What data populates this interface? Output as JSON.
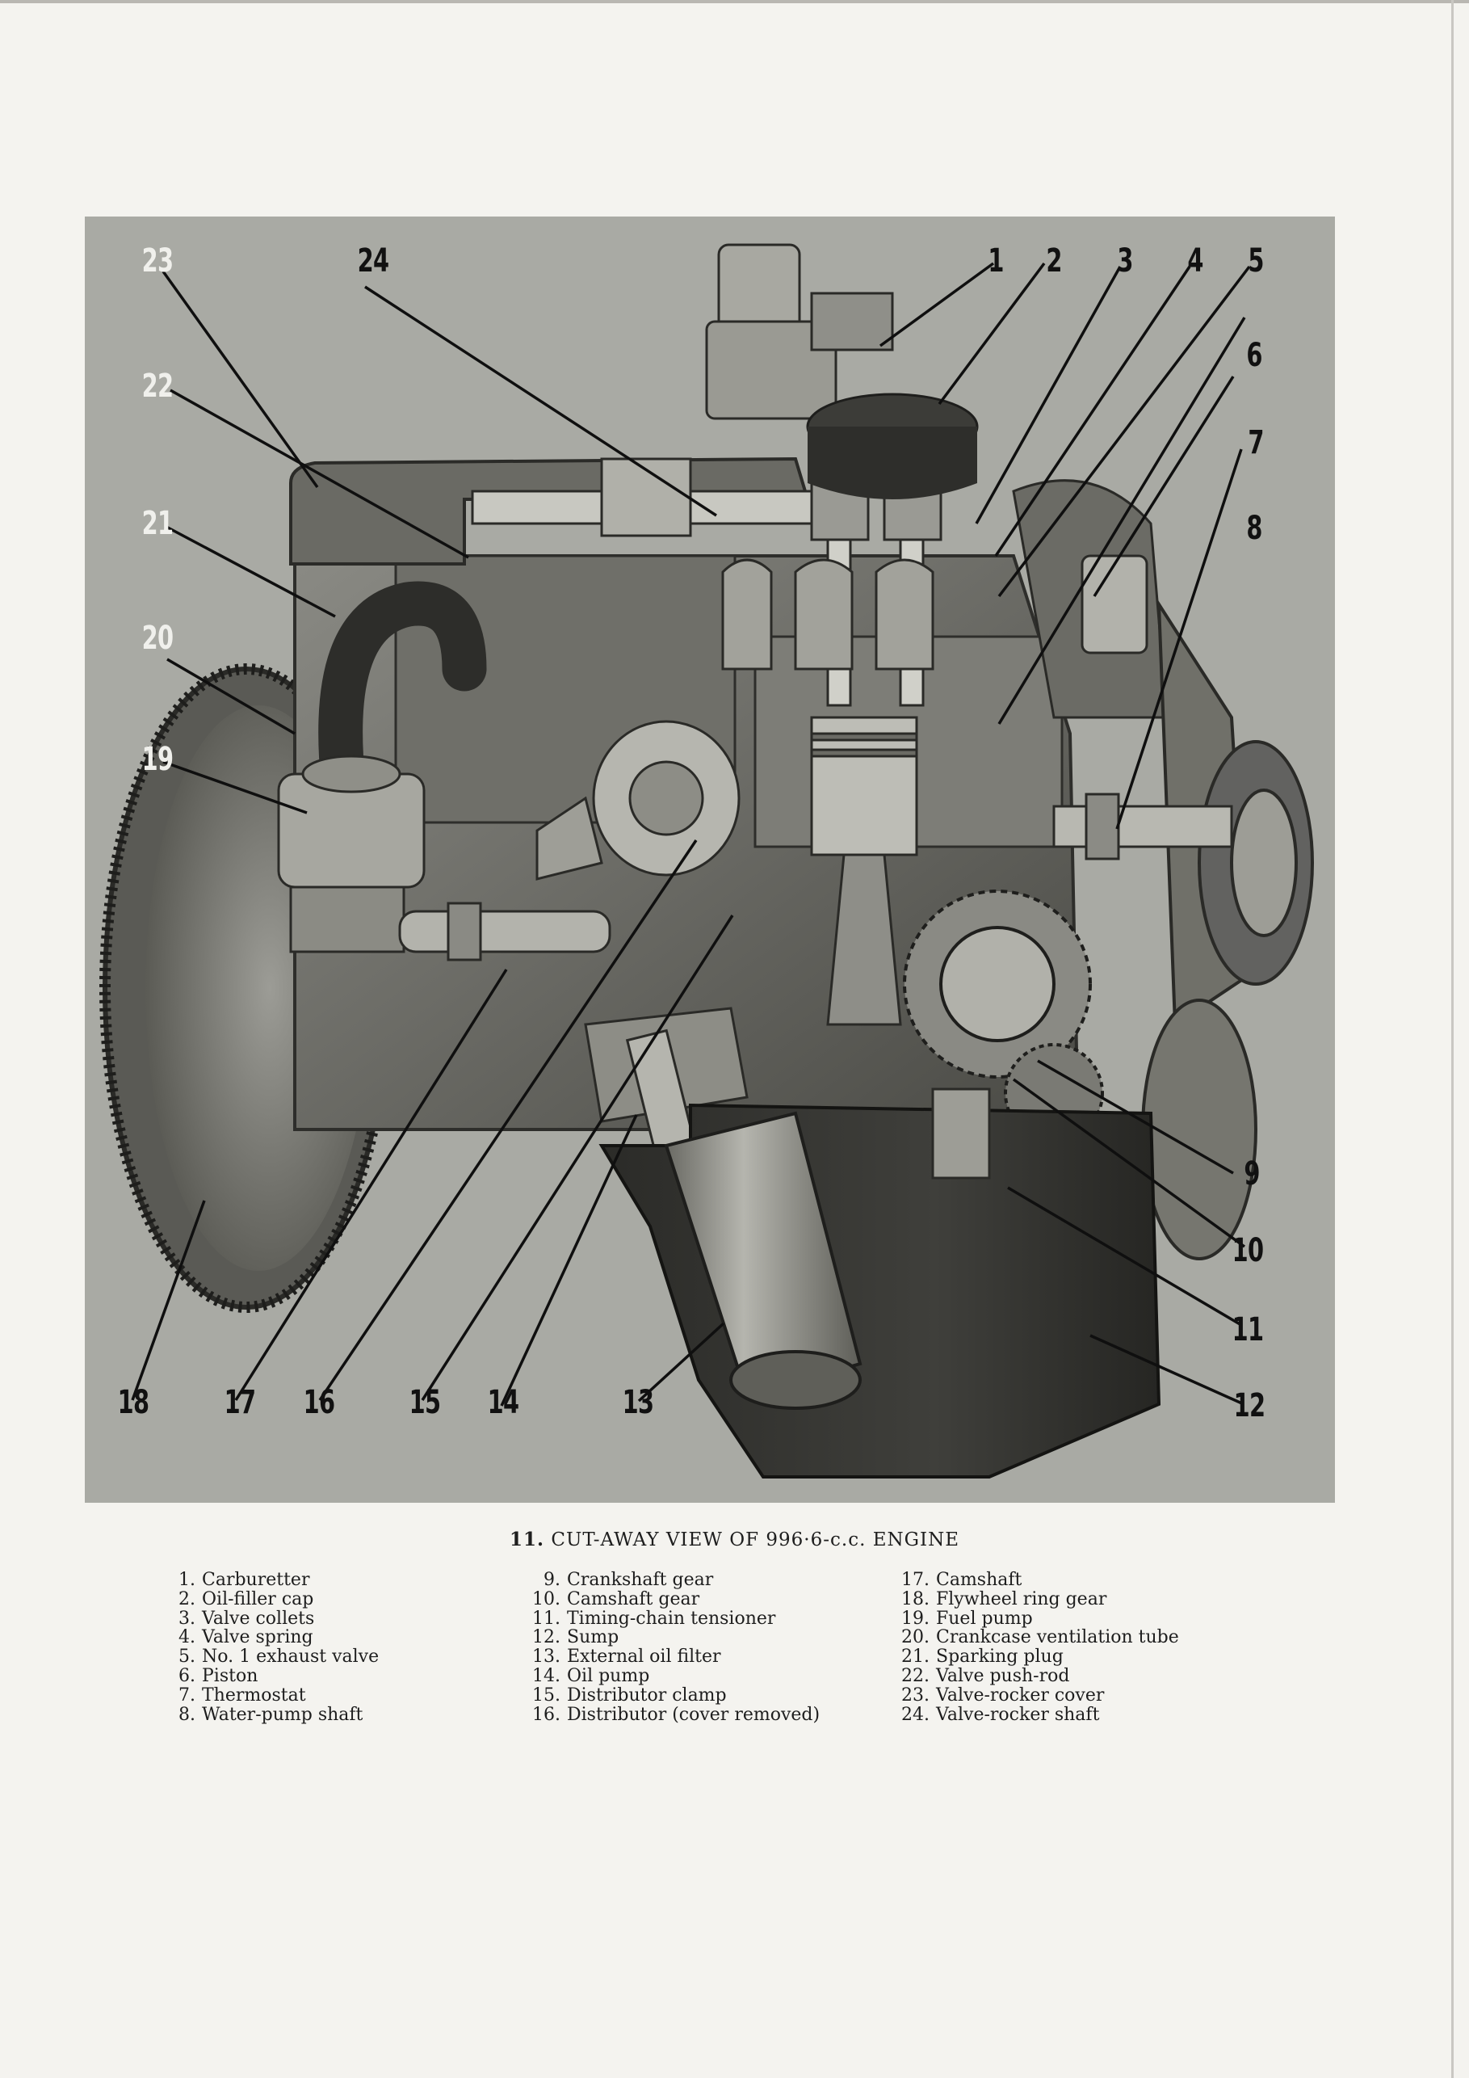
{
  "figure": {
    "number": "11.",
    "title": "CUT-AWAY VIEW OF 996·6-c.c. ENGINE"
  },
  "callouts": [
    "1",
    "2",
    "3",
    "4",
    "5",
    "6",
    "7",
    "8",
    "9",
    "10",
    "11",
    "12",
    "13",
    "14",
    "15",
    "16",
    "17",
    "18",
    "19",
    "20",
    "21",
    "22",
    "23",
    "24"
  ],
  "legend": {
    "col1": [
      {
        "n": "1.",
        "label": "Carburetter"
      },
      {
        "n": "2.",
        "label": "Oil-filler cap"
      },
      {
        "n": "3.",
        "label": "Valve collets"
      },
      {
        "n": "4.",
        "label": "Valve spring"
      },
      {
        "n": "5.",
        "label": "No. 1 exhaust valve"
      },
      {
        "n": "6.",
        "label": "Piston"
      },
      {
        "n": "7.",
        "label": "Thermostat"
      },
      {
        "n": "8.",
        "label": "Water-pump shaft"
      }
    ],
    "col2": [
      {
        "n": "9.",
        "label": "Crankshaft gear"
      },
      {
        "n": "10.",
        "label": "Camshaft gear"
      },
      {
        "n": "11.",
        "label": "Timing-chain tensioner"
      },
      {
        "n": "12.",
        "label": "Sump"
      },
      {
        "n": "13.",
        "label": "External oil filter"
      },
      {
        "n": "14.",
        "label": "Oil pump"
      },
      {
        "n": "15.",
        "label": "Distributor clamp"
      },
      {
        "n": "16.",
        "label": "Distributor (cover removed)"
      }
    ],
    "col3": [
      {
        "n": "17.",
        "label": "Camshaft"
      },
      {
        "n": "18.",
        "label": "Flywheel ring gear"
      },
      {
        "n": "19.",
        "label": "Fuel pump"
      },
      {
        "n": "20.",
        "label": "Crankcase ventilation tube"
      },
      {
        "n": "21.",
        "label": "Sparking plug"
      },
      {
        "n": "22.",
        "label": "Valve push-rod"
      },
      {
        "n": "23.",
        "label": "Valve-rocker cover"
      },
      {
        "n": "24.",
        "label": "Valve-rocker shaft"
      }
    ]
  },
  "colors": {
    "background": "#a9aaa4",
    "engine_dark": "#3a3a37",
    "engine_mid": "#6b6b66",
    "engine_light": "#b8b8b2",
    "leader_line": "#111111"
  }
}
